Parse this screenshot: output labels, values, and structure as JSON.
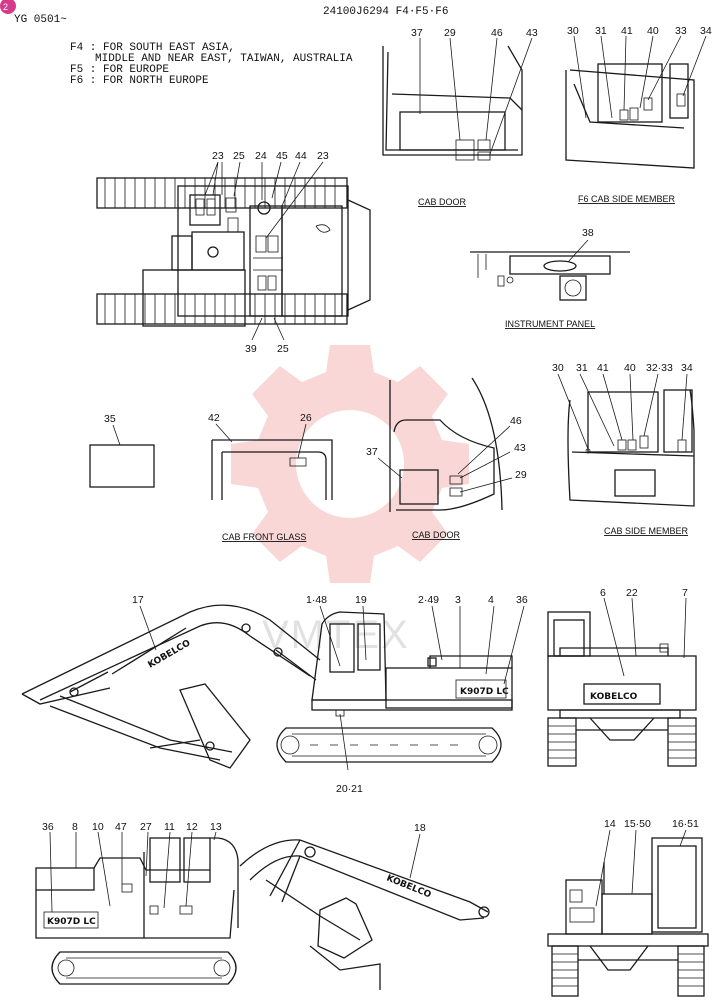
{
  "header": {
    "page_code": "2",
    "serial": "YG 0501~",
    "part_number": "24100J6294 F4·F5·F6",
    "notes": [
      "F4 : FOR SOUTH EAST ASIA,",
      "MIDDLE AND NEAR EAST, TAIWAN, AUSTRALIA",
      "F5 : FOR EUROPE",
      "F6 : FOR NORTH EUROPE"
    ]
  },
  "captions": {
    "cab_door_top": "CAB DOOR",
    "f6_side_member": "F6 CAB SIDE MEMBER",
    "instrument_panel": "INSTRUMENT PANEL",
    "cab_front_glass": "CAB FRONT GLASS",
    "cab_door_mid": "CAB DOOR",
    "cab_side_member": "CAB SIDE MEMBER"
  },
  "brand": {
    "logo": "KOBELCO",
    "model_badge": "K907D LC",
    "watermark": "VMTEX",
    "watermark_color": "#e8474b"
  },
  "callouts": {
    "top_view": [
      "23",
      "25",
      "24",
      "45",
      "44",
      "23",
      "39",
      "25"
    ],
    "cab_door_top": [
      "37",
      "29",
      "46",
      "43"
    ],
    "f6_side": [
      "30",
      "31",
      "41",
      "40",
      "33",
      "34"
    ],
    "instrument": [
      "38"
    ],
    "decal": [
      "35"
    ],
    "front_glass": [
      "42",
      "26"
    ],
    "cab_door_mid": [
      "46",
      "43",
      "37",
      "29"
    ],
    "side_member": [
      "30",
      "31",
      "41",
      "40",
      "32·33",
      "34"
    ],
    "side_view": [
      "17",
      "1·48",
      "19",
      "2·49",
      "3",
      "4",
      "36",
      "20·21"
    ],
    "rear_view": [
      "6",
      "22",
      "7"
    ],
    "bottom_left": [
      "36",
      "8",
      "10",
      "47",
      "27",
      "11",
      "12",
      "13"
    ],
    "bottom_mid": [
      "18"
    ],
    "front_view": [
      "14",
      "15·50",
      "16·51"
    ]
  }
}
